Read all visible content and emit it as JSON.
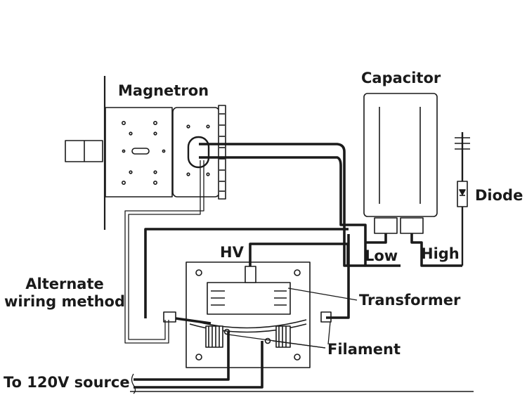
{
  "diagram": {
    "labels": {
      "magnetron": "Magnetron",
      "capacitor": "Capacitor",
      "diode": "Diode",
      "hv": "HV",
      "low": "Low",
      "high": "High",
      "alternate_line1": "Alternate",
      "alternate_line2": "wiring method",
      "transformer": "Transformer",
      "filament": "Filament",
      "source": "To 120V source"
    }
  }
}
